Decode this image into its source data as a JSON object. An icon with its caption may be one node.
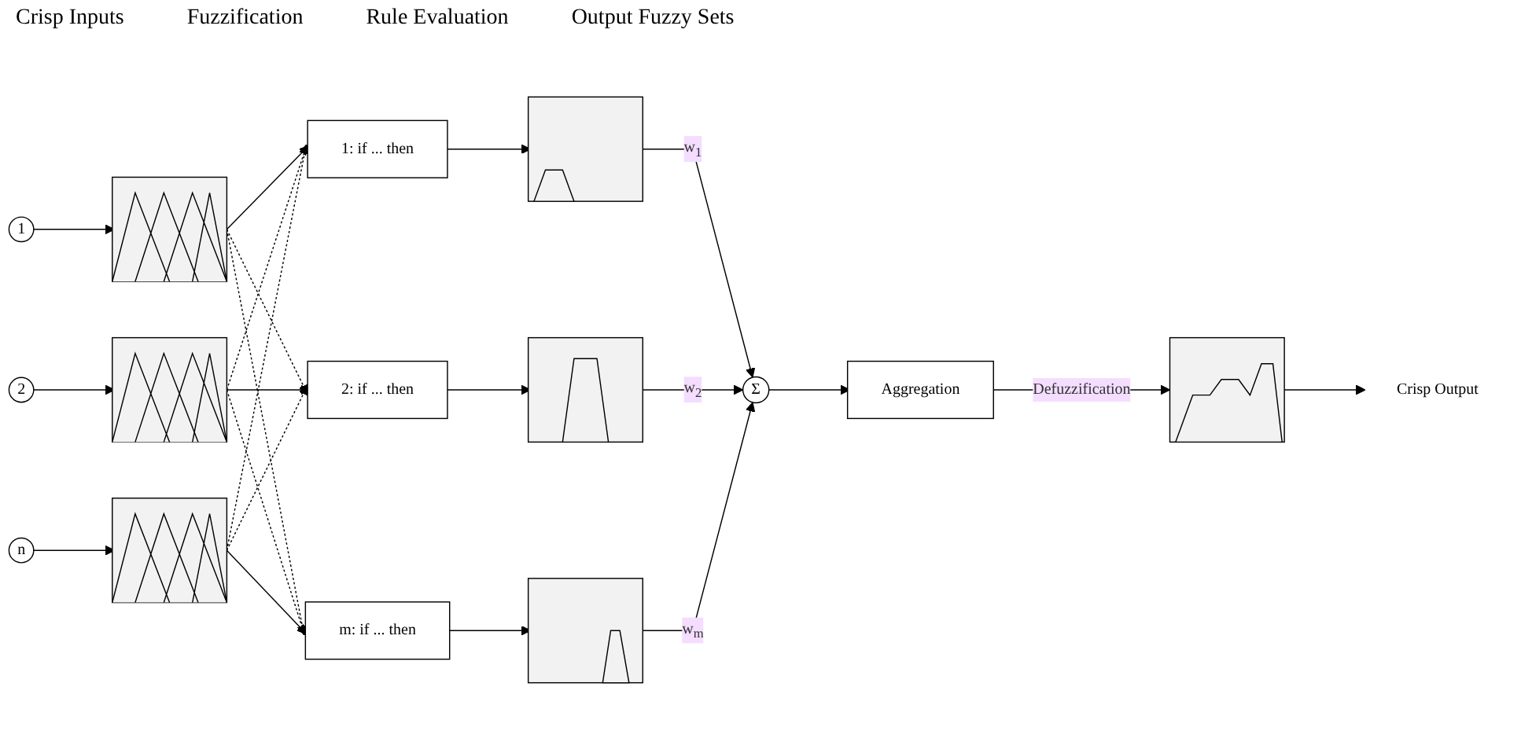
{
  "diagram": {
    "nodes": [
      {
        "text": [
          "1"
        ]
      },
      {
        "text": [
          "2"
        ]
      },
      {
        "text": [
          "n"
        ]
      },
      {
        "text": [],
        "shape": "picture"
      },
      {
        "text": [],
        "shape": "picture"
      },
      {
        "text": [],
        "shape": "picture"
      },
      {
        "text": [
          "1: if ... then"
        ]
      },
      {
        "text": [
          "2: if ... then"
        ]
      },
      {
        "text": [
          "m: if ... then"
        ]
      },
      {
        "text": [],
        "shape": "picture"
      },
      {
        "text": [],
        "shape": "picture"
      },
      {
        "text": [],
        "shape": "picture"
      },
      {
        "text": [
          "Σ"
        ]
      },
      {
        "text": [
          "Aggregation"
        ]
      },
      {
        "text": [],
        "shape": "picture"
      },
      {
        "text": [
          "Crisp Output"
        ]
      }
    ],
    "edges": [
      {
        "from": 0,
        "to": 3,
        "arrow": "to"
      },
      {
        "from": 1,
        "to": 4,
        "arrow": "to"
      },
      {
        "from": 2,
        "to": 5,
        "arrow": "to"
      },
      {
        "from": 3,
        "to": 6,
        "arrow": "to"
      },
      {
        "from": 3,
        "to": 7,
        "arrow": "to",
        "style": "dashed"
      },
      {
        "from": 3,
        "to": 8,
        "arrow": "to",
        "style": "dashed"
      },
      {
        "from": 4,
        "to": 6,
        "arrow": "to",
        "style": "dashed"
      },
      {
        "from": 4,
        "to": 7,
        "arrow": "to"
      },
      {
        "from": 4,
        "to": 8,
        "arrow": "to",
        "style": "dashed"
      },
      {
        "from": 5,
        "to": 6,
        "arrow": "to",
        "style": "dashed"
      },
      {
        "from": 5,
        "to": 7,
        "arrow": "to",
        "style": "dashed"
      },
      {
        "from": 5,
        "to": 8,
        "arrow": "to"
      },
      {
        "from": 6,
        "to": 9,
        "arrow": "to"
      },
      {
        "from": 7,
        "to": 10,
        "arrow": "to"
      },
      {
        "from": 8,
        "to": 11,
        "arrow": "to"
      },
      {
        "from": 9,
        "to": 12,
        "arrow": "to",
        "label": "w$_{1}$"
      },
      {
        "from": 10,
        "to": 12,
        "arrow": "to",
        "label": "w$_{2}$"
      },
      {
        "from": 11,
        "to": 12,
        "arrow": "to",
        "label": "w$_{m}$"
      },
      {
        "from": 12,
        "to": 13,
        "arrow": "to"
      },
      {
        "from": 13,
        "to": 14,
        "arrow": "to",
        "label": "Defuzzification"
      },
      {
        "from": 14,
        "to": 15,
        "arrow": "to"
      }
    ],
    "labels": [
      "Crisp Inputs",
      "Fuzzification",
      "Rule Evaluation",
      "Output Fuzzy Sets"
    ]
  }
}
